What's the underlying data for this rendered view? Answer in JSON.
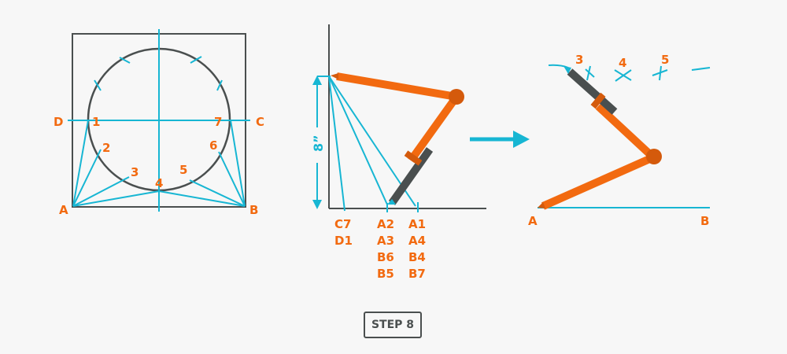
{
  "colors": {
    "background": "#f7f7f7",
    "construction": "#17b6d3",
    "outline": "#4a4f4f",
    "label": "#f26a10",
    "arm": "#f26a10",
    "joint": "#d45a0c",
    "pencil": "#4a4f4f"
  },
  "panel1": {
    "corner_labels": {
      "A": "A",
      "B": "B",
      "C": "C",
      "D": "D"
    },
    "point_labels": [
      "1",
      "2",
      "3",
      "4",
      "5",
      "6",
      "7"
    ]
  },
  "panel2": {
    "dimension_label": "8”",
    "column_labels": [
      [
        "C7",
        "D1"
      ],
      [
        "A2",
        "A3",
        "B6",
        "B5"
      ],
      [
        "A1",
        "A4",
        "B4",
        "B7"
      ]
    ]
  },
  "panel3": {
    "baseline_labels": {
      "A": "A",
      "B": "B"
    },
    "mark_labels": [
      "3",
      "4",
      "5"
    ]
  },
  "arrow": {
    "icon": "right-arrow-icon"
  },
  "step": {
    "label": "STEP 8"
  }
}
